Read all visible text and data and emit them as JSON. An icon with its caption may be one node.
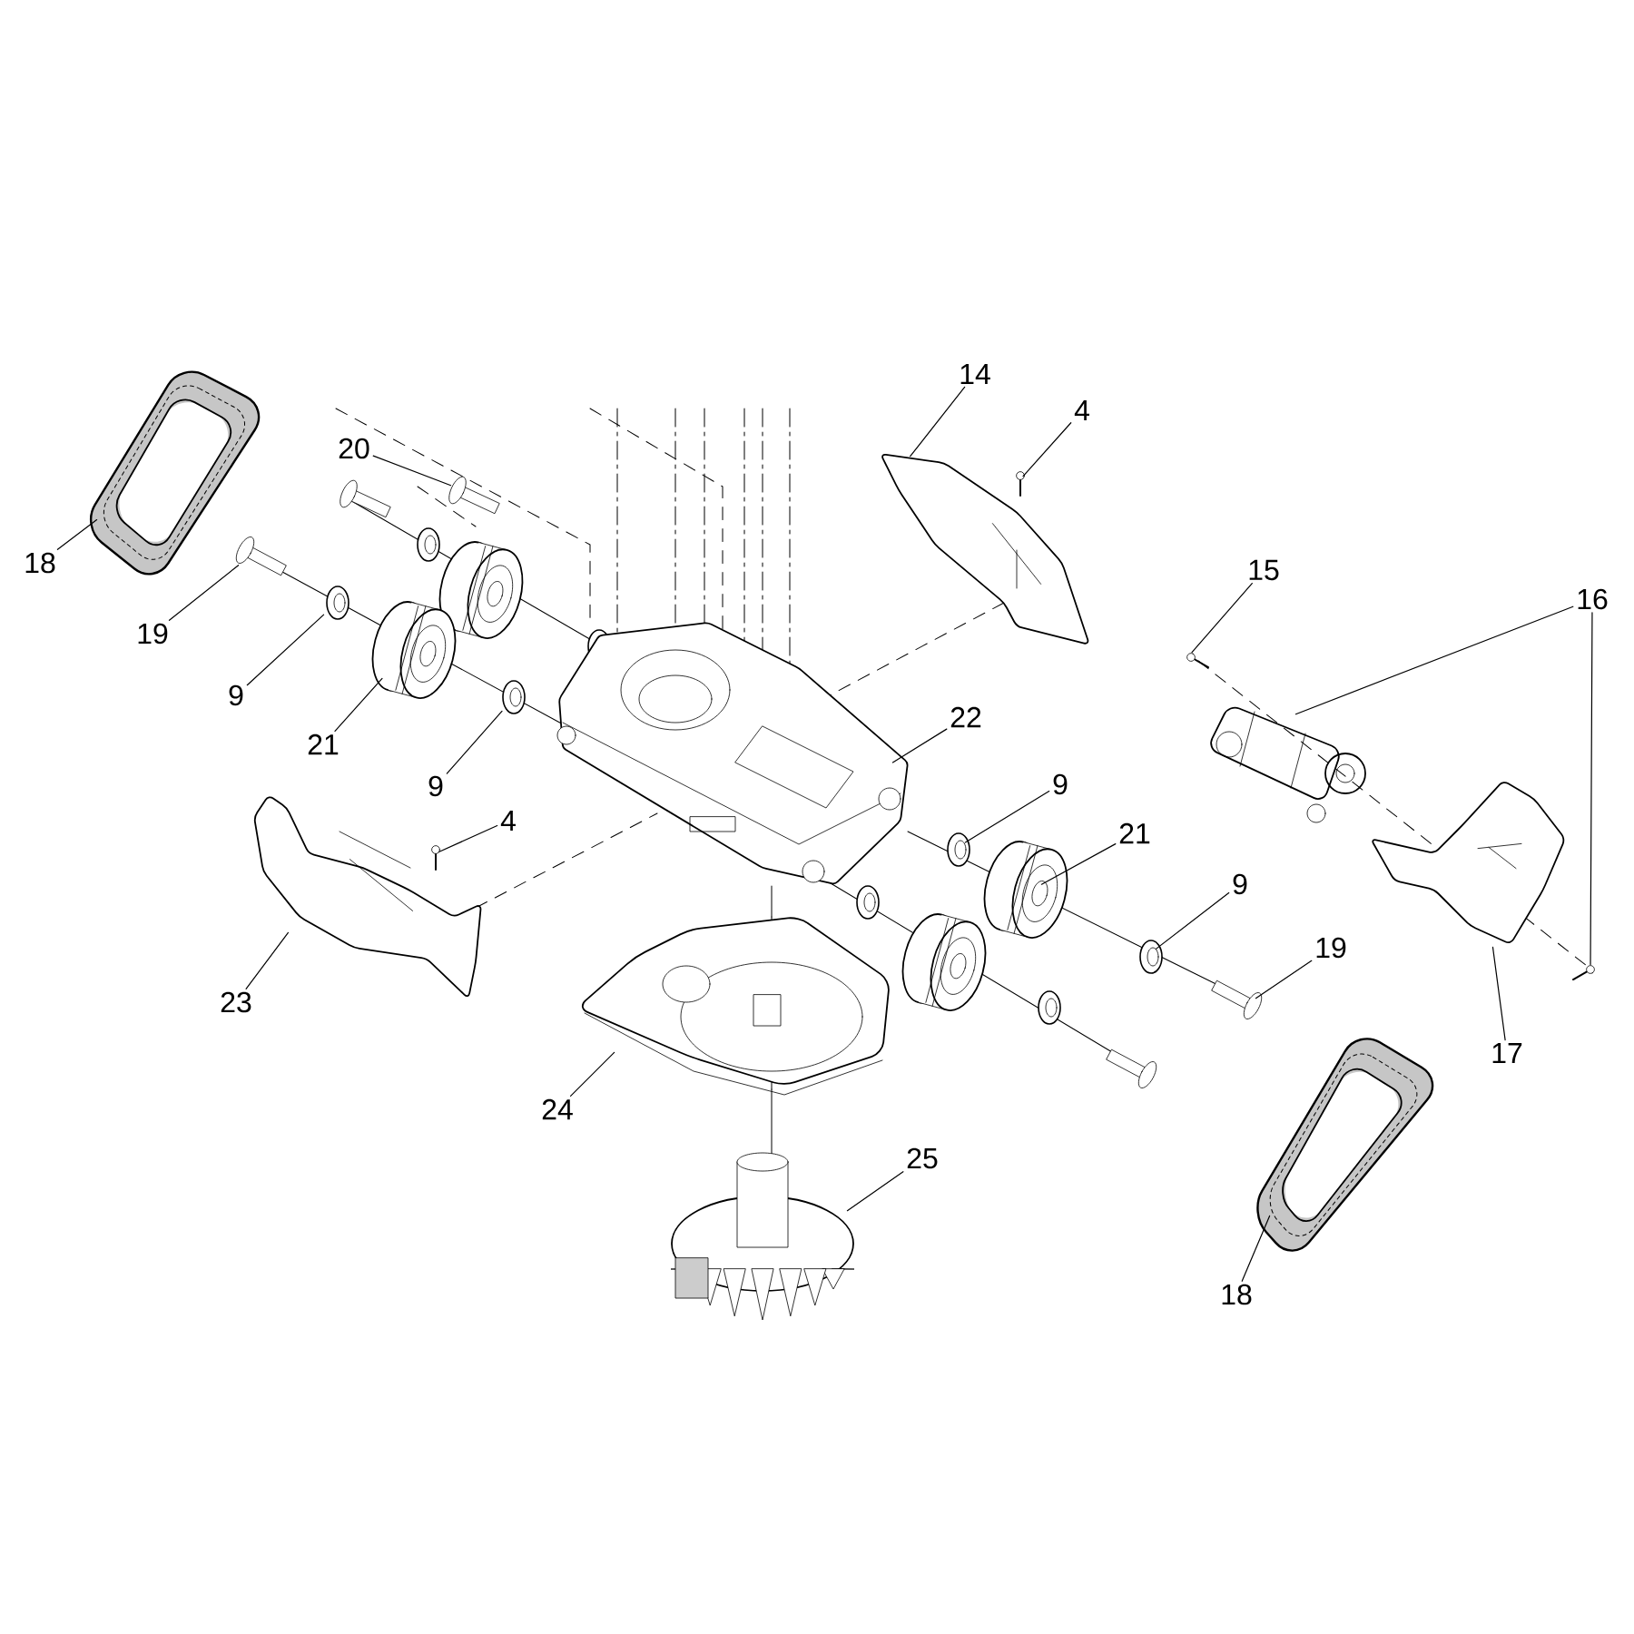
{
  "diagram": {
    "nodes": [
      {
        "text": [
          "18"
        ]
      },
      {
        "text": [
          "20"
        ]
      },
      {
        "text": [
          "19"
        ]
      },
      {
        "text": [
          "9"
        ]
      },
      {
        "text": [
          "21"
        ]
      },
      {
        "text": [
          "9"
        ]
      },
      {
        "text": [
          "14"
        ]
      },
      {
        "text": [
          "4"
        ]
      },
      {
        "text": [
          "15"
        ]
      },
      {
        "text": [
          "16"
        ]
      },
      {
        "text": [
          "22"
        ]
      },
      {
        "text": [
          "9"
        ]
      },
      {
        "text": [
          "21"
        ]
      },
      {
        "text": [
          "9"
        ]
      },
      {
        "text": [
          "19"
        ]
      },
      {
        "text": [
          "17"
        ]
      },
      {
        "text": [
          "4"
        ]
      },
      {
        "text": [
          "23"
        ]
      },
      {
        "text": [
          "24"
        ]
      },
      {
        "text": [
          "25"
        ]
      },
      {
        "text": [
          "18"
        ]
      },
      {
        "text": [],
        "shape": "picture"
      },
      {
        "text": [],
        "shape": "picture"
      },
      {
        "text": [],
        "shape": "picture"
      },
      {
        "text": [],
        "shape": "picture"
      },
      {
        "text": [],
        "shape": "picture"
      },
      {
        "text": [],
        "shape": "picture"
      },
      {
        "text": [],
        "shape": "picture"
      },
      {
        "text": [],
        "shape": "picture"
      },
      {
        "text": [],
        "shape": "picture"
      },
      {
        "text": [],
        "shape": "picture"
      },
      {
        "text": [],
        "shape": "picture"
      },
      {
        "text": [],
        "shape": "picture"
      },
      {
        "text": [],
        "shape": "picture"
      },
      {
        "text": [],
        "shape": "picture"
      },
      {
        "text": [],
        "shape": "picture"
      },
      {
        "text": [],
        "shape": "picture"
      },
      {
        "text": [],
        "shape": "picture"
      },
      {
        "text": [],
        "shape": "picture"
      },
      {
        "text": [],
        "shape": "picture"
      },
      {
        "text": [],
        "shape": "picture"
      },
      {
        "text": [],
        "shape": "picture"
      },
      {
        "text": [],
        "shape": "picture"
      }
    ],
    "edges": [
      {
        "from": 0,
        "to": 21,
        "arrow": "none"
      },
      {
        "from": 1,
        "to": 22,
        "arrow": "none"
      },
      {
        "from": 2,
        "to": 23,
        "arrow": "none"
      },
      {
        "from": 3,
        "to": 24,
        "arrow": "none"
      },
      {
        "from": 4,
        "to": 25,
        "arrow": "none"
      },
      {
        "from": 5,
        "to": 26,
        "arrow": "none"
      },
      {
        "from": 6,
        "to": 27,
        "arrow": "none"
      },
      {
        "from": 7,
        "to": 28,
        "arrow": "none"
      },
      {
        "from": 8,
        "to": 29,
        "arrow": "none"
      },
      {
        "from": 9,
        "to": 30,
        "arrow": "none"
      },
      {
        "from": 9,
        "to": 31,
        "arrow": "none"
      },
      {
        "from": 10,
        "to": 32,
        "arrow": "none"
      },
      {
        "from": 11,
        "to": 33,
        "arrow": "none"
      },
      {
        "from": 12,
        "to": 34,
        "arrow": "none"
      },
      {
        "from": 13,
        "to": 35,
        "arrow": "none"
      },
      {
        "from": 14,
        "to": 36,
        "arrow": "none"
      },
      {
        "from": 15,
        "to": 37,
        "arrow": "none"
      },
      {
        "from": 16,
        "to": 38,
        "arrow": "none"
      },
      {
        "from": 17,
        "to": 39,
        "arrow": "none"
      },
      {
        "from": 18,
        "to": 40,
        "arrow": "none"
      },
      {
        "from": 19,
        "to": 41,
        "arrow": "none"
      },
      {
        "from": 20,
        "to": 42,
        "arrow": "none"
      }
    ]
  }
}
